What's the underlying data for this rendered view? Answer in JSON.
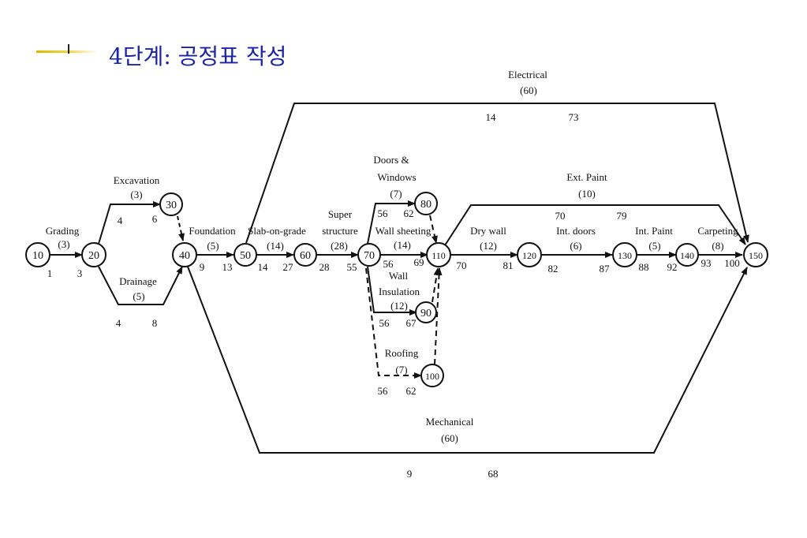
{
  "slide": {
    "title": "4단계: 공정표 작성"
  },
  "colors": {
    "title": "#1a24a8",
    "bullet_gold": "#e0b400",
    "ink": "#111111"
  },
  "network": {
    "nodes": [
      {
        "id": "10",
        "label": "10"
      },
      {
        "id": "20",
        "label": "20"
      },
      {
        "id": "30",
        "label": "30"
      },
      {
        "id": "40",
        "label": "40"
      },
      {
        "id": "50",
        "label": "50"
      },
      {
        "id": "60",
        "label": "60"
      },
      {
        "id": "70",
        "label": "70"
      },
      {
        "id": "80",
        "label": "80"
      },
      {
        "id": "90",
        "label": "90"
      },
      {
        "id": "100",
        "label": "100"
      },
      {
        "id": "110",
        "label": "110"
      },
      {
        "id": "120",
        "label": "120"
      },
      {
        "id": "130",
        "label": "130"
      },
      {
        "id": "140",
        "label": "140"
      },
      {
        "id": "150",
        "label": "150"
      }
    ],
    "activities": [
      {
        "name": "Grading",
        "duration": "(3)",
        "early_start": "1",
        "early_finish": "3"
      },
      {
        "name": "Excavation",
        "duration": "(3)",
        "early_start": "4",
        "early_finish": "6"
      },
      {
        "name": "Drainage",
        "duration": "(5)",
        "early_start": "4",
        "early_finish": "8"
      },
      {
        "name": "Foundation",
        "duration": "(5)",
        "early_start": "9",
        "early_finish": "13"
      },
      {
        "name": "Slab-on-grade",
        "duration": "(14)",
        "early_start": "14",
        "early_finish": "27"
      },
      {
        "name_line1": "Super",
        "name_line2": "structure",
        "duration": "(28)",
        "early_start": "28",
        "early_finish": "55"
      },
      {
        "name_line1": "Doors &",
        "name_line2": "Windows",
        "duration": "(7)",
        "early_start": "56",
        "early_finish": "62"
      },
      {
        "name": "Wall sheeting",
        "duration": "(14)",
        "early_start": "56",
        "early_finish": "69"
      },
      {
        "name_line1": "Wall",
        "name_line2": "Insulation",
        "duration": "(12)",
        "early_start": "56",
        "early_finish": "67"
      },
      {
        "name": "Roofing",
        "duration": "(7)",
        "early_start": "56",
        "early_finish": "62"
      },
      {
        "name": "Dry wall",
        "duration": "(12)",
        "early_start": "70",
        "early_finish": "81"
      },
      {
        "name": "Int. doors",
        "duration": "(6)",
        "early_start": "82",
        "early_finish": "87"
      },
      {
        "name": "Int. Paint",
        "duration": "(5)",
        "early_start": "88",
        "early_finish": "92"
      },
      {
        "name": "Carpeting",
        "duration": "(8)",
        "early_start": "93",
        "early_finish": "100"
      },
      {
        "name": "Ext. Paint",
        "duration": "(10)",
        "early_start": "70",
        "early_finish": "79"
      },
      {
        "name": "Electrical",
        "duration": "(60)",
        "early_start": "14",
        "early_finish": "73"
      },
      {
        "name": "Mechanical",
        "duration": "(60)",
        "early_start": "9",
        "early_finish": "68"
      }
    ]
  }
}
